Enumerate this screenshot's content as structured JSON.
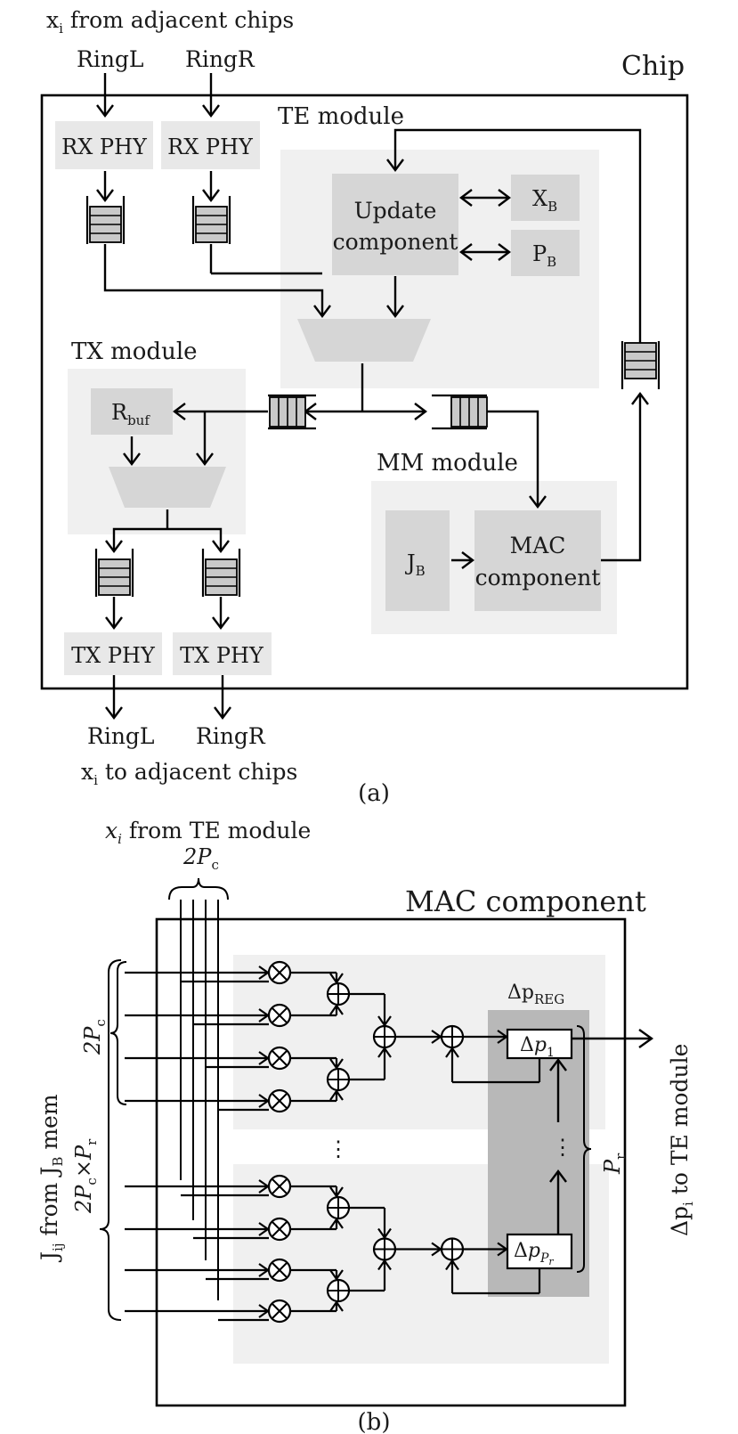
{
  "panel_a": {
    "caption": "(a)",
    "chip_label": "Chip",
    "input_heading": {
      "x": "x",
      "sub": "i",
      "rest": " from adjacent chips"
    },
    "output_heading": {
      "x": "x",
      "sub": "i",
      "rest": " to adjacent chips"
    },
    "ring_in_left": "RingL",
    "ring_in_right": "RingR",
    "ring_out_left": "RingL",
    "ring_out_right": "RingR",
    "rx_phy_left": "RX PHY",
    "rx_phy_right": "RX PHY",
    "tx_phy_left": "TX PHY",
    "tx_phy_right": "TX PHY",
    "te_module": "TE module",
    "tx_module": "TX module",
    "mm_module": "MM module",
    "update_component_line1": "Update",
    "update_component_line2": "component",
    "xb": {
      "main": "X",
      "sub": "B"
    },
    "pb": {
      "main": "P",
      "sub": "B"
    },
    "rbuf": {
      "main": "R",
      "sub": "buf"
    },
    "jb": {
      "main": "J",
      "sub": "B"
    },
    "mac_component_line1": "MAC",
    "mac_component_line2": "component"
  },
  "panel_b": {
    "caption": "(b)",
    "title": "MAC component",
    "top_label": {
      "xi": "x",
      "xi_sub": "i",
      "rest": " from TE module"
    },
    "top_count": {
      "n": "2",
      "P": "P",
      "sub": "c"
    },
    "left_label": {
      "J": "J",
      "J_sub": "ij",
      "mid": " from J",
      "B_sub": "B",
      "end": " mem"
    },
    "left_count": {
      "n": "2",
      "P": "P",
      "sub": "c",
      "times": "×",
      "P2": "P",
      "sub2": "r"
    },
    "inner_count": {
      "n": "2",
      "P": "P",
      "sub": "c"
    },
    "reg_title": {
      "main": "Δp",
      "sub": "REG"
    },
    "reg1": {
      "main": "Δ",
      "p": "p",
      "sub": "1"
    },
    "regN": {
      "main": "Δ",
      "p": "p",
      "sub": "P",
      "subsub": "r"
    },
    "pr_label": {
      "P": "P",
      "sub": "r"
    },
    "dots_mid": "⋮",
    "dots_reg": "⋮",
    "right_label": {
      "main": "Δp",
      "sub": "i",
      "rest": " to TE module"
    }
  }
}
